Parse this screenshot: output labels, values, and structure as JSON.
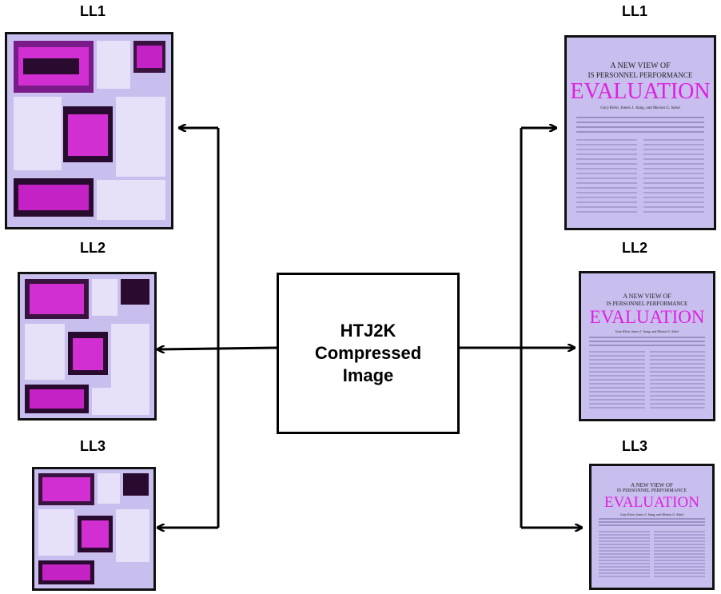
{
  "center": {
    "line1": "HTJ2K",
    "line2": "Compressed",
    "line3": "Image"
  },
  "left_labels": [
    "LL1",
    "LL2",
    "LL3"
  ],
  "right_labels": [
    "LL1",
    "LL2",
    "LL3"
  ],
  "thumbnail": {
    "title_line1": "A NEW VIEW OF",
    "title_line2": "IS PERSONNEL PERFORMANCE",
    "title_main": "EVALUATION",
    "authors": "Gary Klein, James J. Jiang, and Marion G. Sobol"
  },
  "colors": {
    "page": "#c8bfee",
    "accent": "#e020e0",
    "line": "#000000"
  }
}
